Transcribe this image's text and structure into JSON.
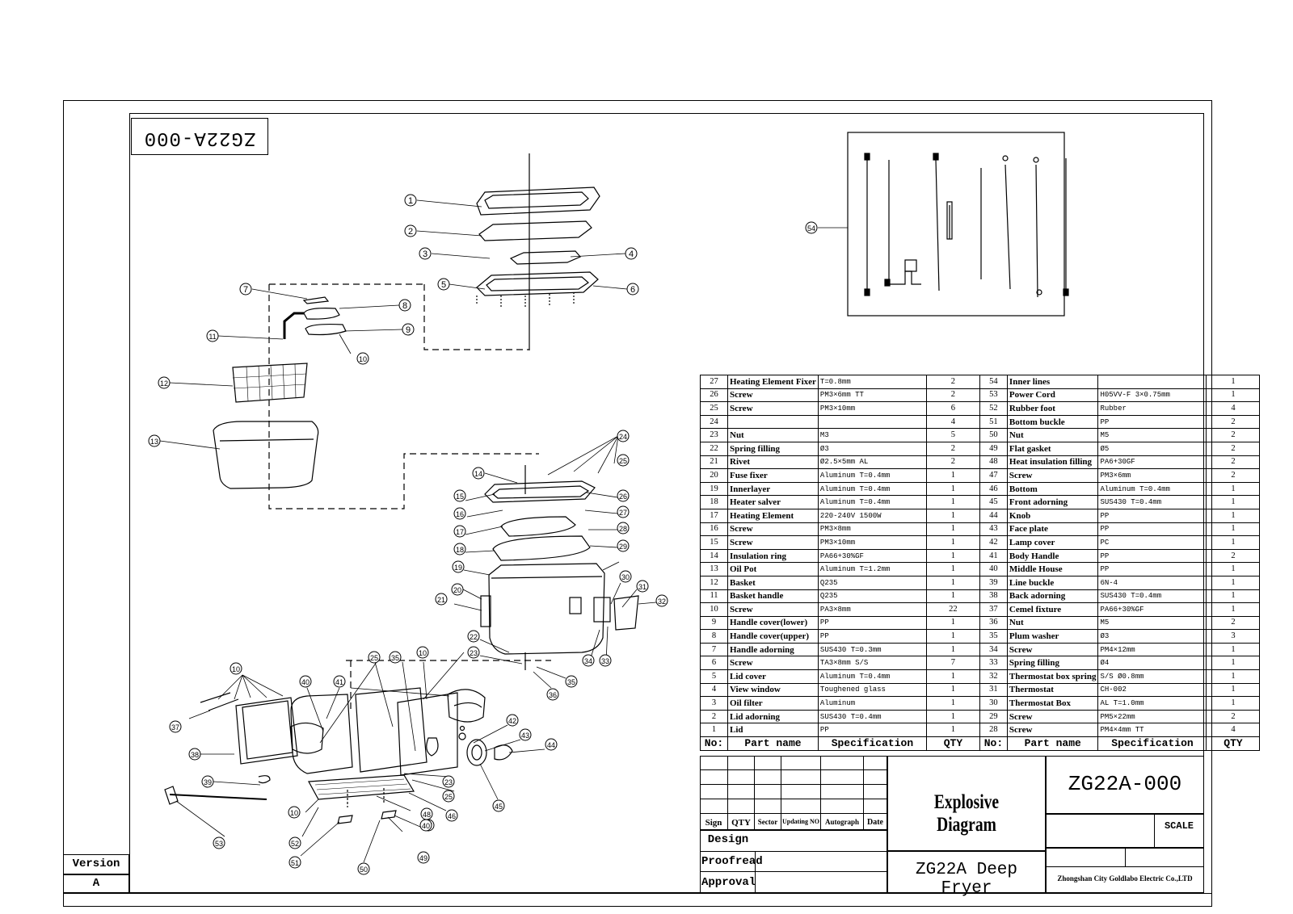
{
  "drawing_number_mirrored": "ZG22A-000",
  "version": {
    "label": "Version",
    "value": "A"
  },
  "callouts": [
    "1",
    "2",
    "3",
    "4",
    "5",
    "6",
    "7",
    "8",
    "9",
    "10",
    "11",
    "12",
    "13",
    "14",
    "15",
    "16",
    "17",
    "18",
    "19",
    "20",
    "21",
    "22",
    "23",
    "24",
    "25",
    "26",
    "27",
    "28",
    "29",
    "30",
    "31",
    "32",
    "33",
    "34",
    "35",
    "36",
    "37",
    "38",
    "39",
    "40",
    "41",
    "42",
    "43",
    "44",
    "45",
    "46",
    "47",
    "48",
    "49",
    "50",
    "51",
    "52",
    "53",
    "54"
  ],
  "parts_table": {
    "header": [
      "No:",
      "Part name",
      "Specification",
      "QTY",
      "No:",
      "Part name",
      "Specification",
      "QTY"
    ],
    "rows": [
      [
        "27",
        "Heating Element Fixer",
        "T=0.8mm",
        "2",
        "54",
        "Inner lines",
        "",
        "1"
      ],
      [
        "26",
        "Screw",
        "PM3×6mm TT",
        "2",
        "53",
        "Power Cord",
        "H05VV-F 3×0.75mm",
        "1"
      ],
      [
        "25",
        "Screw",
        "PM3×10mm",
        "6",
        "52",
        "Rubber foot",
        "Rubber",
        "4"
      ],
      [
        "24",
        "",
        "",
        "4",
        "51",
        "Bottom buckle",
        "PP",
        "2"
      ],
      [
        "23",
        "Nut",
        "M3",
        "5",
        "50",
        "Nut",
        "M5",
        "2"
      ],
      [
        "22",
        "Spring filling",
        "Ø3",
        "2",
        "49",
        "Flat gasket",
        "Ø5",
        "2"
      ],
      [
        "21",
        "Rivet",
        "Ø2.5×5mm AL",
        "2",
        "48",
        "Heat insulation filling",
        "PA6+30GF",
        "2"
      ],
      [
        "20",
        "Fuse fixer",
        "Aluminum T=0.4mm",
        "1",
        "47",
        "Screw",
        "PM3×6mm",
        "2"
      ],
      [
        "19",
        "Innerlayer",
        "Aluminum T=0.4mm",
        "1",
        "46",
        "Bottom",
        "Aluminum T=0.4mm",
        "1"
      ],
      [
        "18",
        "Heater salver",
        "Aluminum T=0.4mm",
        "1",
        "45",
        "Front adorning",
        "SUS430 T=0.4mm",
        "1"
      ],
      [
        "17",
        "Heating Element",
        "220-240V 1500W",
        "1",
        "44",
        "Knob",
        "PP",
        "1"
      ],
      [
        "16",
        "Screw",
        "PM3×8mm",
        "1",
        "43",
        "Face plate",
        "PP",
        "1"
      ],
      [
        "15",
        "Screw",
        "PM3×10mm",
        "1",
        "42",
        "Lamp cover",
        "PC",
        "1"
      ],
      [
        "14",
        "Insulation ring",
        "PA66+30%GF",
        "1",
        "41",
        "Body Handle",
        "PP",
        "2"
      ],
      [
        "13",
        "Oil Pot",
        "Aluminum T=1.2mm",
        "1",
        "40",
        "Middle House",
        "PP",
        "1"
      ],
      [
        "12",
        "Basket",
        "Q235",
        "1",
        "39",
        "Line buckle",
        "6N-4",
        "1"
      ],
      [
        "11",
        "Basket handle",
        "Q235",
        "1",
        "38",
        "Back adorning",
        "SUS430 T=0.4mm",
        "1"
      ],
      [
        "10",
        "Screw",
        "PA3×8mm",
        "22",
        "37",
        "Cemel fixture",
        "PA66+30%GF",
        "1"
      ],
      [
        "9",
        "Handle cover(lower)",
        "PP",
        "1",
        "36",
        "Nut",
        "M5",
        "2"
      ],
      [
        "8",
        "Handle cover(upper)",
        "PP",
        "1",
        "35",
        "Plum washer",
        "Ø3",
        "3"
      ],
      [
        "7",
        "Handle adorning",
        "SUS430 T=0.3mm",
        "1",
        "34",
        "Screw",
        "PM4×12mm",
        "1"
      ],
      [
        "6",
        "Screw",
        "TA3×8mm S/S",
        "7",
        "33",
        "Spring filling",
        "Ø4",
        "1"
      ],
      [
        "5",
        "Lid cover",
        "Aluminum T=0.4mm",
        "1",
        "32",
        "Thermostat box spring",
        "S/S Ø0.8mm",
        "1"
      ],
      [
        "4",
        "View window",
        "Toughened glass",
        "1",
        "31",
        "Thermostat",
        "CH-002",
        "1"
      ],
      [
        "3",
        "Oil filter",
        "Aluminum",
        "1",
        "30",
        "Thermostat Box",
        "AL T=1.0mm",
        "1"
      ],
      [
        "2",
        "Lid adorning",
        "SUS430 T=0.4mm",
        "1",
        "29",
        "Screw",
        "PM5×22mm",
        "2"
      ],
      [
        "1",
        "Lid",
        "PP",
        "1",
        "28",
        "Screw",
        "PM4×4mm TT",
        "4"
      ]
    ]
  },
  "title_block": {
    "revision_headers": [
      "Sign",
      "QTY",
      "Sector",
      "Updating NO",
      "Autograph",
      "Date"
    ],
    "roles": [
      "Design",
      "Proofread",
      "Approval"
    ],
    "title": "Explosive Diagram",
    "product": "ZG22A Deep Fryer",
    "drawing_number": "ZG22A-000",
    "scale_label": "SCALE",
    "company": "Zhongshan City Goldlabo Electric Co.,LTD"
  }
}
